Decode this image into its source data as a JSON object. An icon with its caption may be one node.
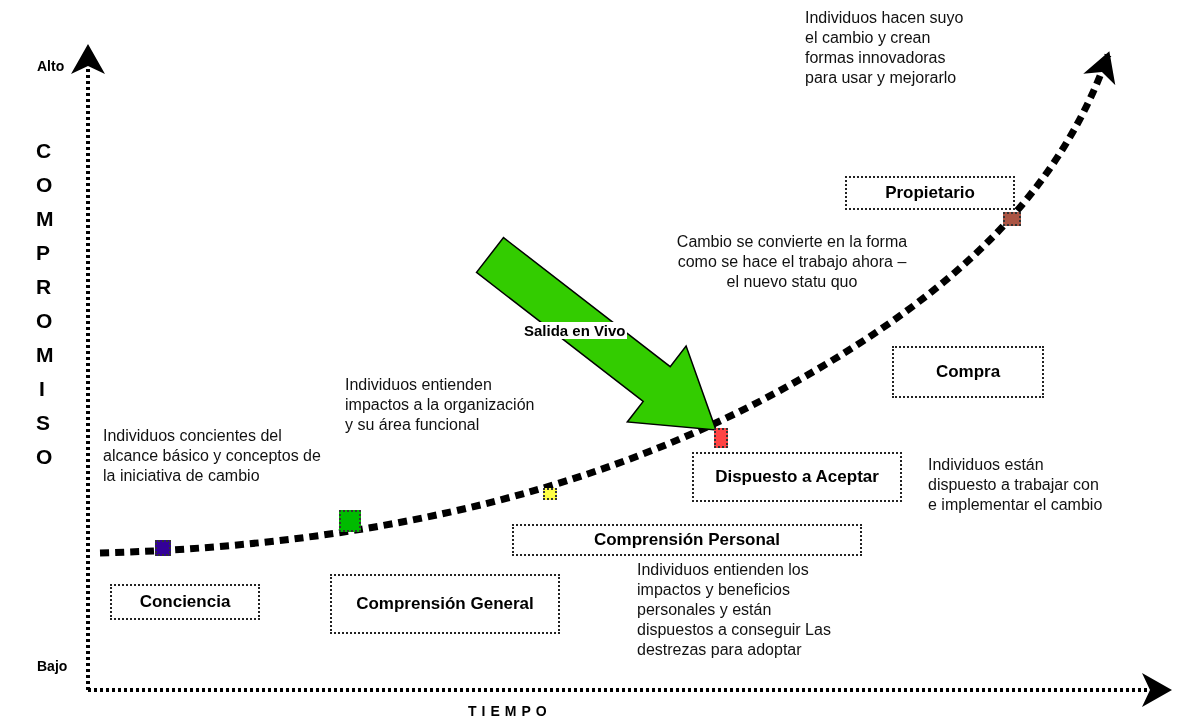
{
  "diagram": {
    "nodes": [
      {
        "text": [
          "Conciencia"
        ]
      },
      {
        "text": [
          "Comprensión General"
        ]
      },
      {
        "text": [
          "Comprensión Personal"
        ]
      },
      {
        "text": [
          "Dispuesto a Aceptar"
        ]
      },
      {
        "text": [
          "Compra"
        ]
      },
      {
        "text": [
          "Propietario"
        ]
      },
      {
        "text": [],
        "shape": "box"
      },
      {
        "text": [],
        "shape": "box"
      },
      {
        "text": [],
        "shape": "box"
      },
      {
        "text": [],
        "shape": "box"
      },
      {
        "text": [],
        "shape": "box"
      }
    ],
    "edges": [
      {
        "from": null,
        "to": 9,
        "arrow": "to",
        "label": "Salida en Vivo",
        "style": "thick",
        "color": "#33cc00"
      }
    ],
    "labels": [
      "Alto",
      "Individuos hacen suyo el cambio y crean formas innovadoras para usar y mejorarlo",
      "COMPROMISO",
      "Cambio se convierte en la forma como se hace el trabajo ahora – el nuevo statu quo",
      "Individuos entienden impactos a la organización y su área funcional",
      "Individuos concientes del alcance básico y conceptos de la iniciativa de cambio",
      "Individuos están dispuesto a trabajar con e implementar el cambio",
      "Individuos entienden los impactos y beneficios personales y están dispuestos a conseguir Las destrezas para adoptar",
      "Bajo",
      "TIEMPO"
    ]
  }
}
